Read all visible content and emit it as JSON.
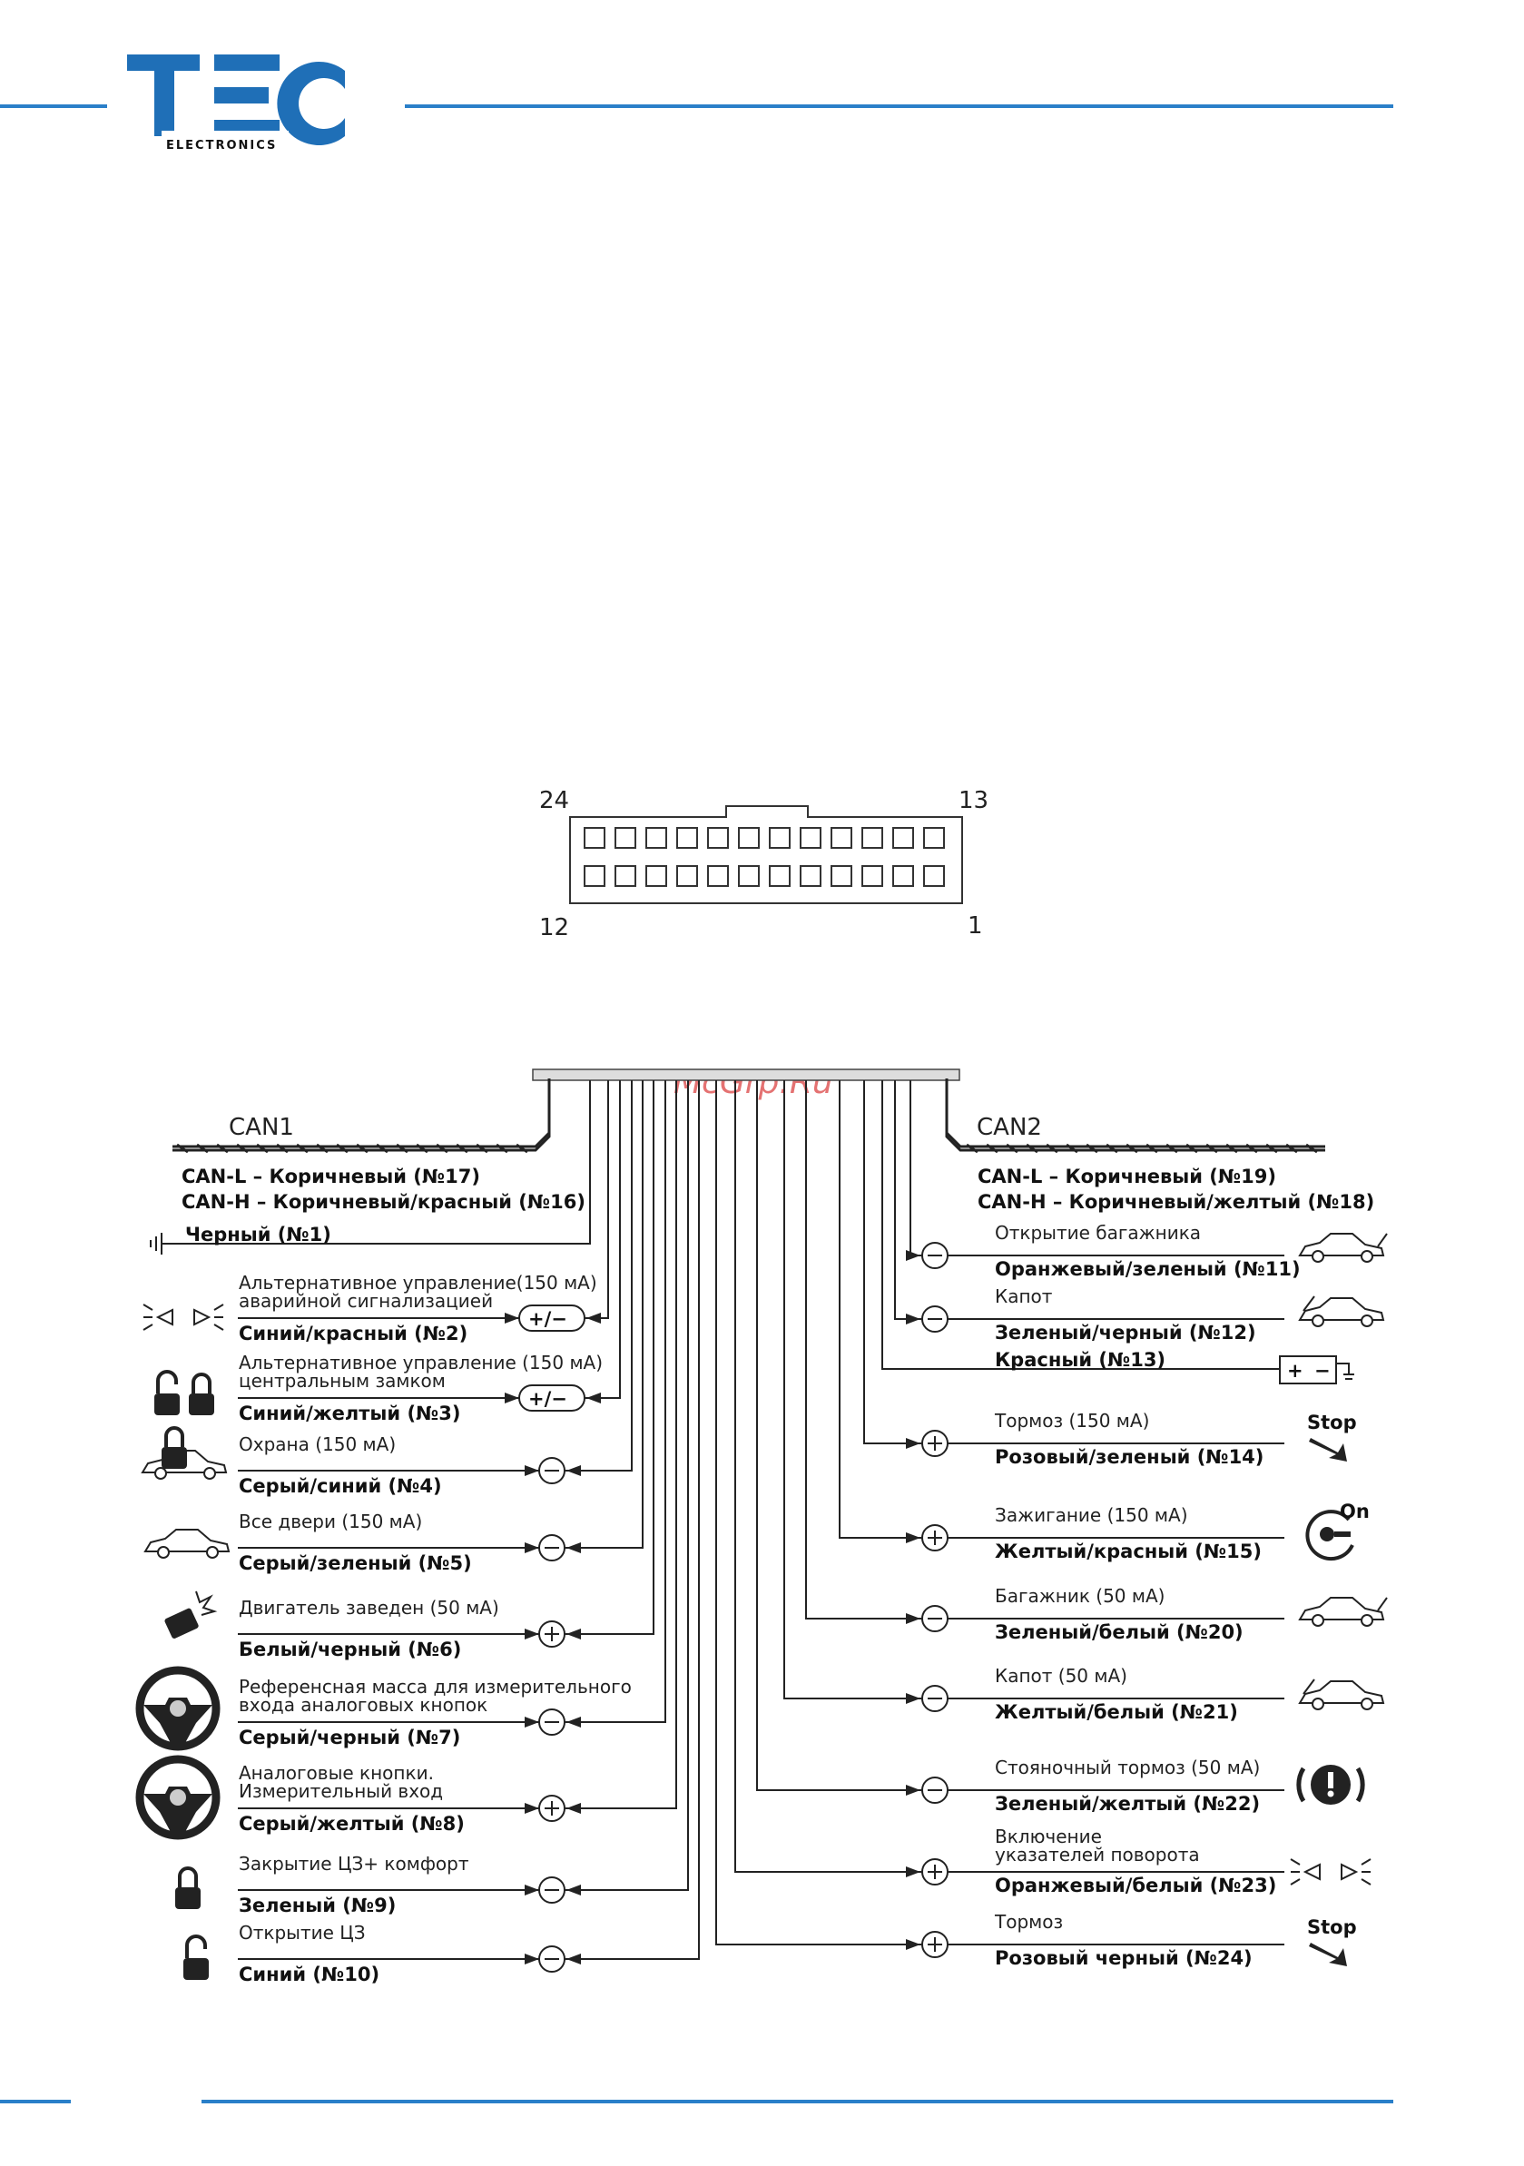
{
  "header": {
    "logo_text": "TEC",
    "logo_sub": "ELECTRONICS",
    "brand_color": "#1f6fb7",
    "accent_color": "#2a7fc9"
  },
  "watermark": "McGrp.Ru",
  "connector": {
    "label_top_left": "24",
    "label_top_right": "13",
    "label_bottom_left": "12",
    "label_bottom_right": "1"
  },
  "can1": {
    "title": "CAN1",
    "line1": "CAN-L – Коричневый (№17)",
    "line2": "CAN-H – Коричневый/красный (№16)"
  },
  "can2": {
    "title": "CAN2",
    "line1": "CAN-L – Коричневый (№19)",
    "line2": "CAN-H – Коричневый/желтый (№18)"
  },
  "left": [
    {
      "top": "",
      "top2": "",
      "wire": "Черный (№1)",
      "symbol": "",
      "icon": "ground-icon"
    },
    {
      "top": "Альтернативное управление(150 мА)",
      "top2": "аварийной сигнализацией",
      "wire": "Синий/красный (№2)",
      "symbol": "+/−",
      "icon": "hazard-lights-icon"
    },
    {
      "top": "Альтернативное управление  (150 мА)",
      "top2": "центральным замком",
      "wire": "Синий/желтый (№3)",
      "symbol": "+/−",
      "icon": "lock-unlock-icon"
    },
    {
      "top": "Охрана (150 мА)",
      "top2": "",
      "wire": "Серый/синий (№4)",
      "symbol": "−",
      "icon": "car-lock-icon"
    },
    {
      "top": "Все двери (150 мА)",
      "top2": "",
      "wire": "Серый/зеленый (№5)",
      "symbol": "−",
      "icon": "car-doors-icon"
    },
    {
      "top": "Двигатель заведен (50 мА)",
      "top2": "",
      "wire": "Белый/черный (№6)",
      "symbol": "+",
      "icon": "engine-icon"
    },
    {
      "top": "Референсная масса для измерительного",
      "top2": "входа аналоговых кнопок",
      "wire": "Серый/черный (№7)",
      "symbol": "−",
      "icon": "steering-wheel-icon"
    },
    {
      "top": "Аналоговые кнопки.",
      "top2": "Измерительный вход",
      "wire": "Серый/желтый (№8)",
      "symbol": "+",
      "icon": "steering-wheel-icon"
    },
    {
      "top": "Закрытие ЦЗ+ комфорт",
      "top2": "",
      "wire": "Зеленый (№9)",
      "symbol": "−",
      "icon": "lock-closed-icon"
    },
    {
      "top": "Открытие ЦЗ",
      "top2": "",
      "wire": "Синий (№10)",
      "symbol": "−",
      "icon": "lock-open-icon"
    }
  ],
  "right": [
    {
      "top": "Открытие багажника",
      "top2": "",
      "wire": "Оранжевый/зеленый (№11)",
      "symbol": "−",
      "icon": "car-trunk-icon"
    },
    {
      "top": "Капот",
      "top2": "",
      "wire": "Зеленый/черный (№12)",
      "symbol": "−",
      "icon": "car-hood-icon"
    },
    {
      "top": "",
      "top2": "",
      "wire": "Красный (№13)",
      "symbol": "",
      "icon": "battery-icon"
    },
    {
      "top": "Тормоз (150 мА)",
      "top2": "",
      "wire": "Розовый/зеленый (№14)",
      "symbol": "+",
      "icon": "brake-pedal-icon"
    },
    {
      "top": "Зажигание (150 мА)",
      "top2": "",
      "wire": "Желтый/красный (№15)",
      "symbol": "+",
      "icon": "ignition-key-icon"
    },
    {
      "top": "Багажник (50 мА)",
      "top2": "",
      "wire": "Зеленый/белый (№20)",
      "symbol": "−",
      "icon": "car-trunk-icon"
    },
    {
      "top": "Капот (50 мА)",
      "top2": "",
      "wire": "Желтый/белый (№21)",
      "symbol": "−",
      "icon": "car-hood-icon"
    },
    {
      "top": "Стояночный тормоз (50 мА)",
      "top2": "",
      "wire": "Зеленый/желтый (№22)",
      "symbol": "−",
      "icon": "parking-brake-icon"
    },
    {
      "top": "Включение",
      "top2": "указателей поворота",
      "wire": "Оранжевый/белый (№23)",
      "symbol": "+",
      "icon": "turn-signal-icon"
    },
    {
      "top": "Тормоз",
      "top2": "",
      "wire": "Розовый черный (№24)",
      "symbol": "+",
      "icon": "brake-pedal-icon"
    }
  ],
  "icon_text": {
    "stop": "Stop",
    "on": "On",
    "battery_plus": "+",
    "battery_minus": "−"
  }
}
